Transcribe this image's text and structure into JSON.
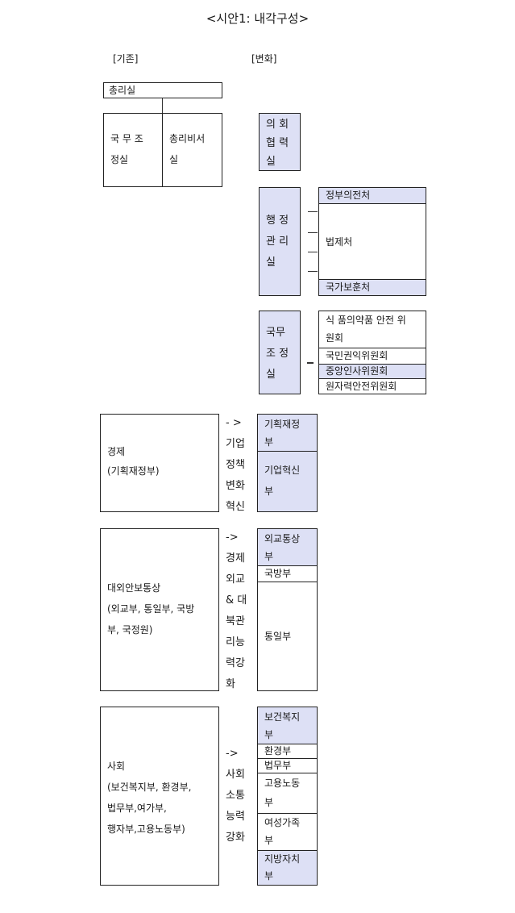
{
  "title": "<시안1: 내각구성>",
  "headers": {
    "current": "[기존]",
    "change": "[변화]"
  },
  "left": {
    "pm_office": "총리실",
    "coordination": [
      "국 무 조",
      "정실"
    ],
    "secretariat": [
      "총리비서",
      "실"
    ],
    "economy": [
      "경제",
      "(기획재정부)"
    ],
    "foreign": [
      "대외안보통상",
      "(외교부, 통일부, 국방",
      "부, 국정원)"
    ],
    "social": [
      "사회",
      "(보건복지부, 환경부,",
      "법무부,여가부,",
      "행자부,고용노동부)"
    ]
  },
  "right": {
    "parliament": [
      "의 회",
      "협 력",
      "실"
    ],
    "admin": [
      "행 정",
      "관 리",
      "실"
    ],
    "admin_items": [
      "정부의전처",
      "법제처",
      "국가보훈처"
    ],
    "coord": [
      "국무",
      "조 정",
      "실"
    ],
    "coord_items": [
      [
        "식 품의약품 안전 위",
        "원회"
      ],
      [
        "국민권익위원회"
      ],
      [
        "중앙인사위원회"
      ],
      [
        "원자력안전위원회"
      ]
    ],
    "econ_arrow": [
      "- >",
      "기업",
      "정책",
      "변화",
      "혁신"
    ],
    "econ_items": [
      [
        "기획재정",
        "부"
      ],
      [
        "기업혁신",
        "부"
      ]
    ],
    "foreign_arrow": [
      "->",
      "경제",
      "외교",
      "& 대",
      "북관",
      "리능",
      "력강",
      "화"
    ],
    "foreign_items": [
      [
        "외교통상",
        "부"
      ],
      [
        "국방부"
      ],
      [
        "통일부"
      ]
    ],
    "social_arrow": [
      "->",
      "사회",
      "소통",
      "능력",
      "강화"
    ],
    "social_items": [
      [
        "보건복지",
        "부"
      ],
      [
        "환경부"
      ],
      [
        "법무부"
      ],
      [
        "고용노동",
        "부"
      ],
      [
        "여성가족",
        "부"
      ],
      [
        "지방자치",
        "부"
      ]
    ]
  }
}
